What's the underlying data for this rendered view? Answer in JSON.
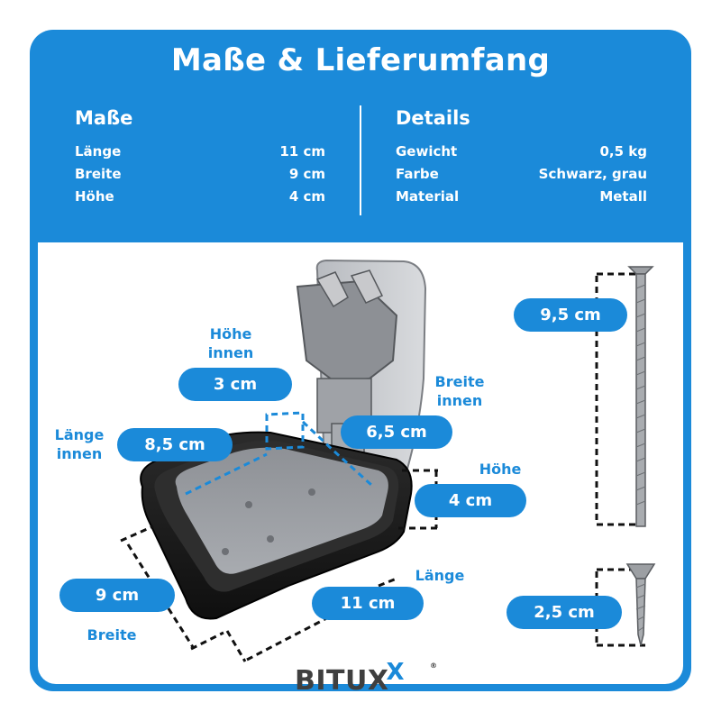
{
  "header": {
    "title": "Maße & Lieferumfang",
    "masse": {
      "heading": "Maße",
      "rows": [
        {
          "label": "Länge",
          "value": "11 cm"
        },
        {
          "label": "Breite",
          "value": "9 cm"
        },
        {
          "label": "Höhe",
          "value": "4 cm"
        }
      ]
    },
    "details": {
      "heading": "Details",
      "rows": [
        {
          "label": "Gewicht",
          "value": "0,5 kg"
        },
        {
          "label": "Farbe",
          "value": "Schwarz, grau"
        },
        {
          "label": "Material",
          "value": "Metall"
        }
      ]
    }
  },
  "dimensions": {
    "hoehe_innen": {
      "label_line1": "Höhe",
      "label_line2": "innen",
      "value": "3 cm"
    },
    "breite_innen": {
      "label_line1": "Breite",
      "label_line2": "innen",
      "value": "6,5 cm"
    },
    "laenge_innen": {
      "label_line1": "Länge",
      "label_line2": "innen",
      "value": "8,5 cm"
    },
    "hoehe": {
      "label": "Höhe",
      "value": "4 cm"
    },
    "breite": {
      "label": "Breite",
      "value": "9 cm"
    },
    "laenge": {
      "label": "Länge",
      "value": "11 cm"
    },
    "long_screw": {
      "value": "9,5 cm"
    },
    "short_screw": {
      "value": "2,5 cm"
    }
  },
  "brand": {
    "name": "BITUX",
    "accent": "X",
    "registered": "®"
  },
  "colors": {
    "accent": "#1b8ad9",
    "product_dark": "#1c1c1c",
    "product_grey": "#9a9da2"
  }
}
